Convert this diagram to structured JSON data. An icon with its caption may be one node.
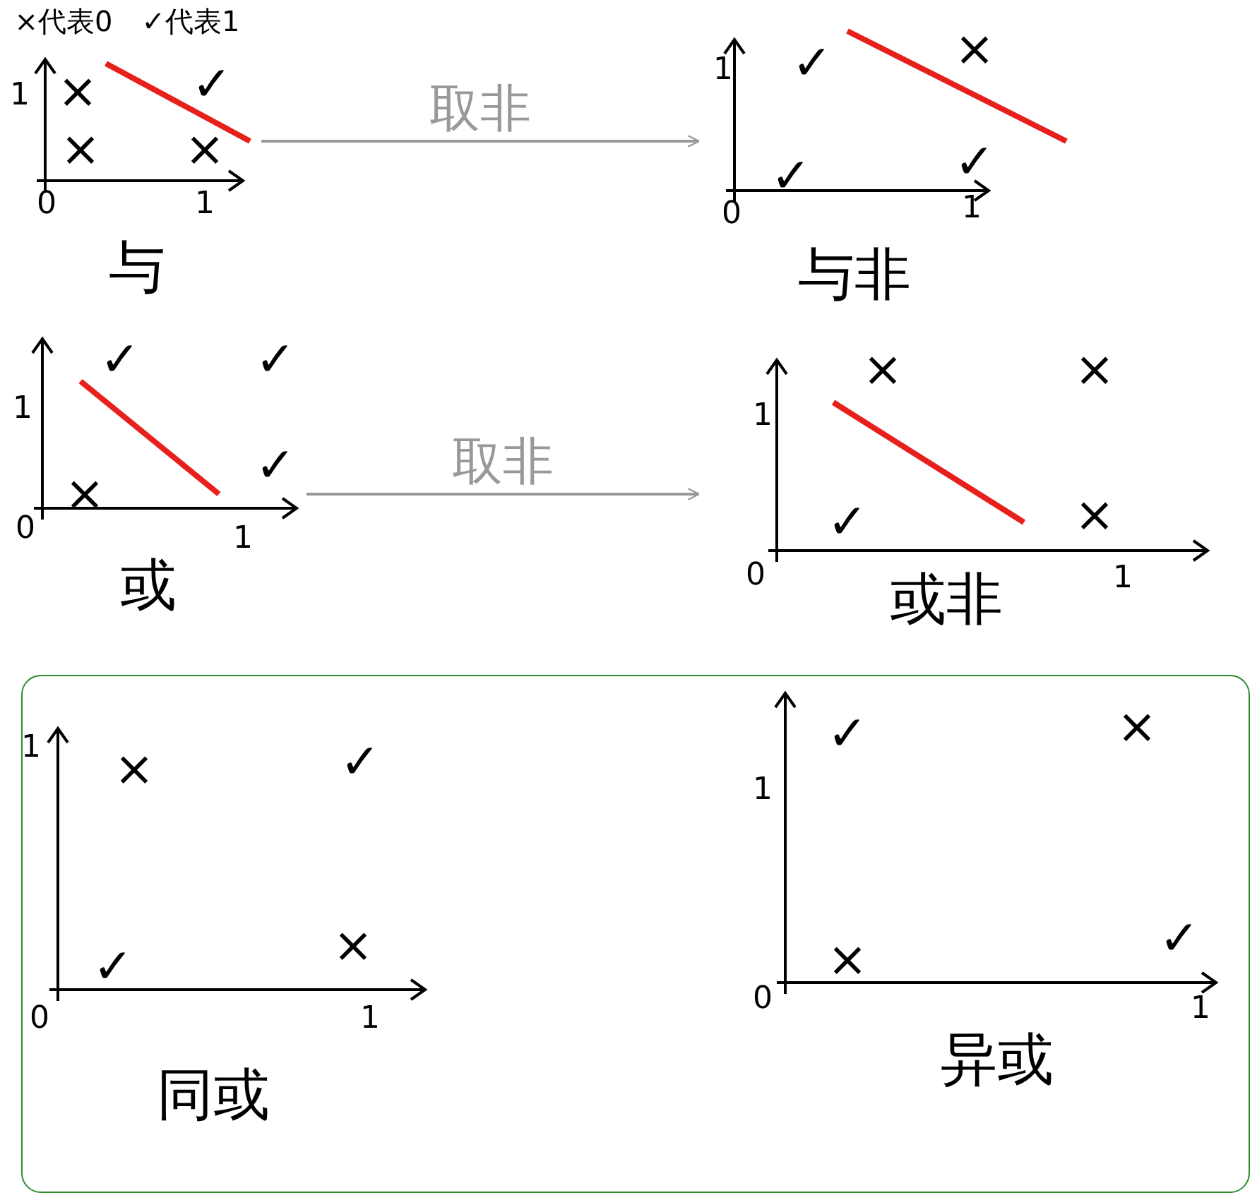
{
  "diagram": {
    "nodes": [
      {
        "text": [
          "与"
        ]
      },
      {
        "text": [
          "与非"
        ]
      },
      {
        "text": [
          "或"
        ]
      },
      {
        "text": [
          "或非"
        ]
      },
      {
        "text": [],
        "shape": "box"
      },
      {
        "text": [
          "同或"
        ],
        "in": 4
      },
      {
        "text": [
          "异或"
        ],
        "in": 4
      }
    ],
    "edges": [
      {
        "from": 0,
        "to": 1,
        "arrow": "to",
        "label": "取非"
      },
      {
        "from": 2,
        "to": 3,
        "arrow": "to",
        "label": "取非"
      }
    ],
    "labels": [
      "×代表0",
      "✓代表1",
      "1",
      "×",
      "✓",
      "×",
      "×",
      "0",
      "1",
      "1",
      "✓",
      "×",
      "✓",
      "✓",
      "0",
      "1",
      "1",
      "✓",
      "✓",
      "×",
      "✓",
      "0",
      "1",
      "1",
      "×",
      "×",
      "✓",
      "×",
      "0",
      "1",
      "1",
      "×",
      "✓",
      "✓",
      "×",
      "0",
      "1",
      "1",
      "✓",
      "×",
      "×",
      "✓",
      "0",
      "1"
    ]
  }
}
